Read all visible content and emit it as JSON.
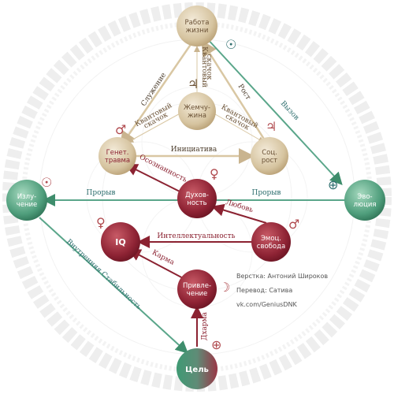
{
  "colors": {
    "gold": "#c9b48f",
    "gold_line": "#d9c7a3",
    "red": "#8b2231",
    "green": "#3e8d6c",
    "teal_line": "#5aa68a",
    "symbol_red": "#b04a4e",
    "symbol_teal": "#2d6e6e"
  },
  "nodes": {
    "life_work": {
      "line1": "Работа",
      "line2": "жизни"
    },
    "pearl": {
      "line1": "Жемчу-",
      "line2": "жина"
    },
    "genetic_trauma": {
      "line1": "Генет.",
      "line2": "травма"
    },
    "social_growth": {
      "line1": "Соц.",
      "line2": "рост"
    },
    "radiance": {
      "line1": "Излу-",
      "line2": "чение"
    },
    "evolution": {
      "line1": "Эво-",
      "line2": "люция"
    },
    "spirituality": {
      "line1": "Духов-",
      "line2": "ность"
    },
    "iq": {
      "line1": "IQ"
    },
    "emotional_freedom": {
      "line1": "Эмоц.",
      "line2": "свобода"
    },
    "attraction": {
      "line1": "Привле-",
      "line2": "чение"
    },
    "purpose": {
      "line1": "Цель"
    }
  },
  "edges": {
    "service": "Служение",
    "growth": "Рост",
    "challenge": "Вызов",
    "initiative": "Инициатива",
    "breakthrough_left": "Прорыв",
    "breakthrough_right": "Прорыв",
    "awareness": "Осознанность",
    "love": "Любовь",
    "intellectuality": "Интеллектуальность",
    "karma": "Карма",
    "dharma": "Дхарма",
    "inner_stability": "Внутренняя Стабильность",
    "quantum_leap_left_1": "Квантовый",
    "quantum_leap_left_2": "скачок",
    "quantum_leap_top_1": "Квантовый",
    "quantum_leap_top_2": "скачок",
    "quantum_leap_right_1": "Квантовый",
    "quantum_leap_right_2": "скачок"
  },
  "symbols": {
    "jupiter": "♃",
    "mars": "♂",
    "venus": "♀",
    "sun": "☉",
    "earth": "⊕",
    "moon": "☽"
  },
  "credits": {
    "layout": "Верстка: Антоний Широков",
    "translation": "Перевод: Сатива",
    "link": "vk.com/GeniusDNK"
  }
}
